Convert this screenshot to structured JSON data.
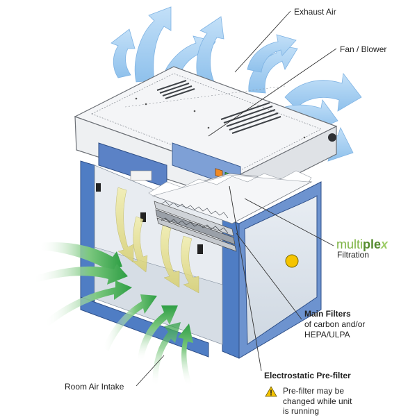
{
  "labels": {
    "exhaust_air": "Exhaust Air",
    "fan_blower": "Fan / Blower",
    "multiplex_logo": {
      "part1": "multi",
      "part2": "ple",
      "part3": "x"
    },
    "filtration": "Filtration",
    "main_filters_title": "Main Filters",
    "main_filters_line1": "of carbon and/or",
    "main_filters_line2": "HEPA/ULPA",
    "room_air_intake": "Room Air Intake",
    "prefilter_title": "Electrostatic Pre-filter",
    "prefilter_note_line1": "Pre-filter may be",
    "prefilter_note_line2": "changed while unit",
    "prefilter_note_line3": "is running"
  },
  "colors": {
    "exhaust_arrow": "#9dcaf0",
    "intake_arrow": "#4caf50",
    "cabinet_top": "#f2f3f5",
    "frame_blue": "#4f7dc4",
    "panel_blue": "#6d93cf",
    "button_orange": "#f08a24",
    "button_green": "#3db24a",
    "warning_yellow": "#f5c400"
  },
  "icons": [
    "warning-icon"
  ]
}
